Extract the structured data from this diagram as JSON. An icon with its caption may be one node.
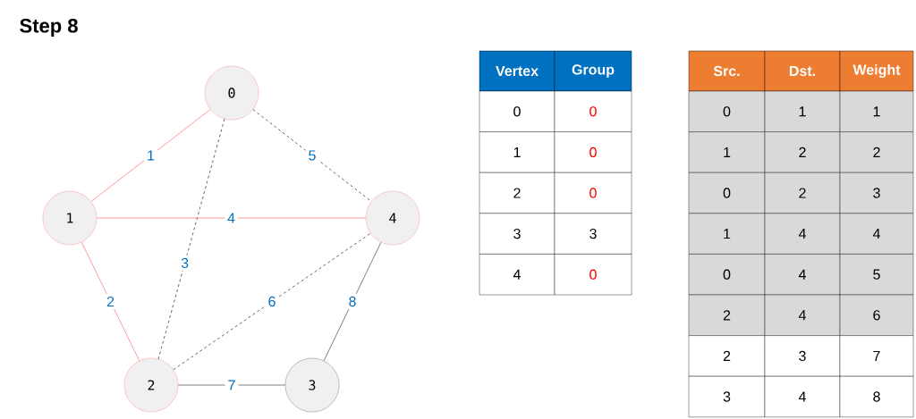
{
  "diagram": {
    "title": "Step 8",
    "nodes": [
      {
        "text": [
          "0"
        ]
      },
      {
        "text": [
          "1"
        ]
      },
      {
        "text": [
          "2"
        ]
      },
      {
        "text": [
          "3"
        ]
      },
      {
        "text": [
          "4"
        ]
      }
    ],
    "edges": [
      {
        "from": 0,
        "to": 1,
        "arrow": "none",
        "label": "1",
        "color": "#ff8080"
      },
      {
        "from": 1,
        "to": 2,
        "arrow": "none",
        "label": "2",
        "color": "#ff8080"
      },
      {
        "from": 0,
        "to": 2,
        "arrow": "none",
        "label": "3",
        "style": "dashed",
        "color": "#404040"
      },
      {
        "from": 1,
        "to": 4,
        "arrow": "none",
        "label": "4",
        "color": "#ff8080"
      },
      {
        "from": 0,
        "to": 4,
        "arrow": "none",
        "label": "5",
        "style": "dashed",
        "color": "#404040"
      },
      {
        "from": 2,
        "to": 4,
        "arrow": "none",
        "label": "6",
        "style": "dashed",
        "color": "#404040"
      },
      {
        "from": 2,
        "to": 3,
        "arrow": "none",
        "label": "7",
        "color": "#606060"
      },
      {
        "from": 3,
        "to": 4,
        "arrow": "none",
        "label": "8",
        "color": "#606060"
      }
    ],
    "labels": [
      "Vertex",
      "Group",
      "0",
      "0",
      "1",
      "0",
      "2",
      "0",
      "3",
      "3",
      "4",
      "0",
      "Src.",
      "Dst.",
      "Weight",
      "0",
      "1",
      "1",
      "1",
      "2",
      "2",
      "0",
      "2",
      "3",
      "1",
      "4",
      "4",
      "0",
      "4",
      "5",
      "2",
      "4",
      "6",
      "2",
      "3",
      "7",
      "3",
      "4",
      "8"
    ]
  }
}
